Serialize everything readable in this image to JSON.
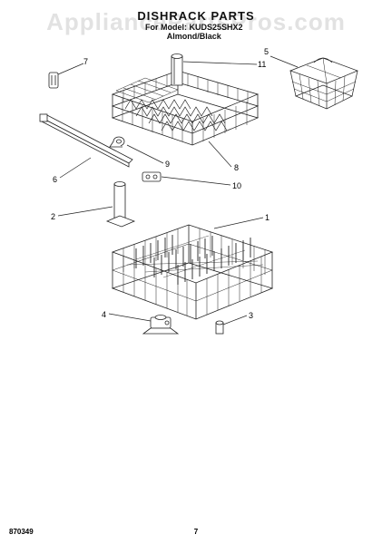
{
  "watermark": "AppliancePartsPros.com",
  "title": "DISHRACK PARTS",
  "subtitle_line1": "For Model: KUDS25SHX2",
  "subtitle_line2": "Almond/Black",
  "footer_left": "870349",
  "footer_page": "7",
  "callouts": {
    "c1": "1",
    "c2": "2",
    "c3": "3",
    "c4": "4",
    "c5": "5",
    "c6": "6",
    "c7": "7",
    "c8": "8",
    "c9": "9",
    "c10": "10",
    "c11": "11"
  },
  "colors": {
    "line": "#222222",
    "background": "#ffffff"
  }
}
